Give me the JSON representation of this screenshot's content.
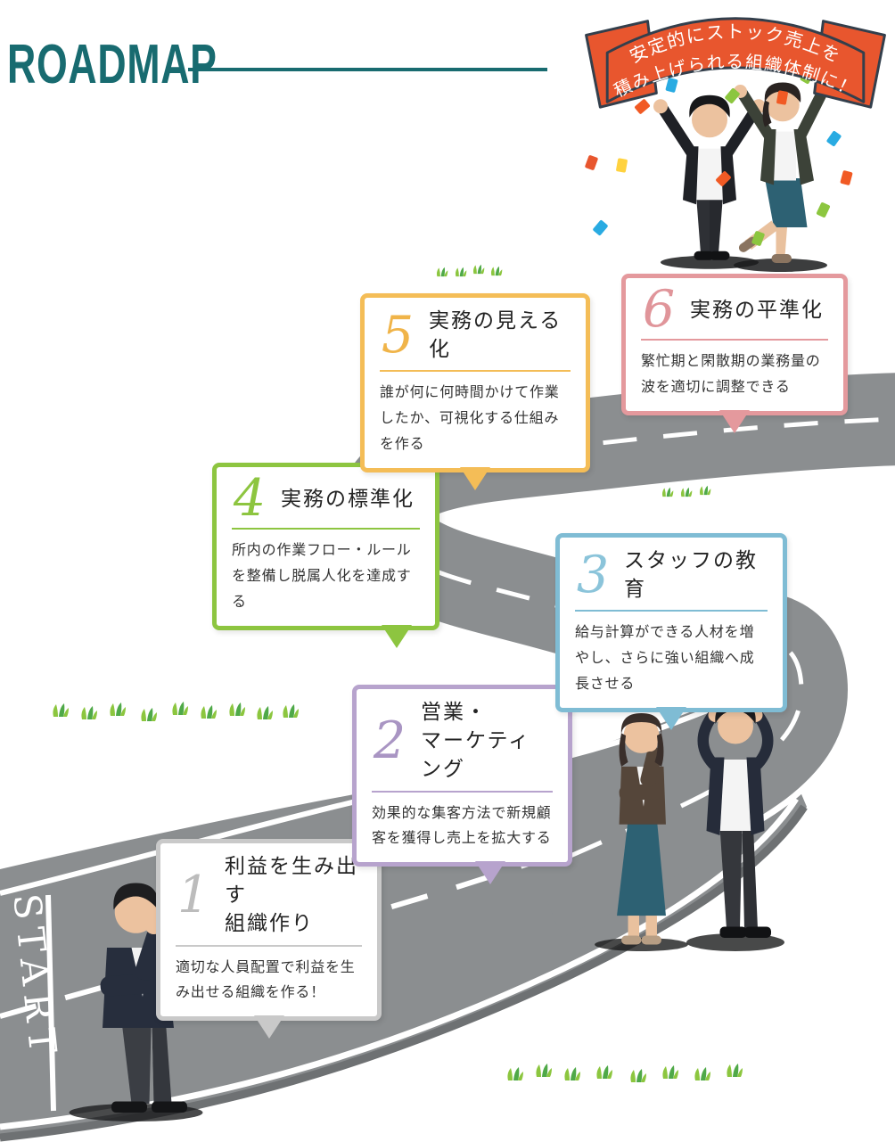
{
  "header": {
    "title": "ROADMAP",
    "accent_color": "#186b70"
  },
  "banner": {
    "line1": "安定的にストック売上を",
    "line2": "積み上げられる組織体制に！",
    "fill": "#e8562e",
    "outline": "#333f4c",
    "text_color": "#ffffff"
  },
  "road": {
    "start_label": "START",
    "surface_color": "#8b8e90",
    "edge_line_color": "#ffffff",
    "side_face_color": "#6e7173"
  },
  "milestones": [
    {
      "number": "1",
      "title": "利益を生み出す\n組織作り",
      "body": "適切な人員配置で利益を生み出せる組織を作る！",
      "accent": "#c9c9c9",
      "number_color": "#bcbcbc"
    },
    {
      "number": "2",
      "title": "営業・\nマーケティング",
      "body": "効果的な集客方法で新規顧客を獲得し売上を拡大する",
      "accent": "#b7a3cd",
      "number_color": "#a995c3"
    },
    {
      "number": "3",
      "title": "スタッフの教育",
      "body": "給与計算ができる人材を増やし、さらに強い組織へ成長させる",
      "accent": "#7fbcd4",
      "number_color": "#8bc4da"
    },
    {
      "number": "4",
      "title": "実務の標準化",
      "body": "所内の作業フロー・ルールを整備し脱属人化を達成する",
      "accent": "#8dc540",
      "number_color": "#8dc540"
    },
    {
      "number": "5",
      "title": "実務の見える化",
      "body": "誰が何に何時間かけて作業したか、可視化する仕組みを作る",
      "accent": "#f4bd57",
      "number_color": "#f0b449"
    },
    {
      "number": "6",
      "title": "実務の平準化",
      "body": "繁忙期と閑散期の業務量の波を適切に調整できる",
      "accent": "#e4999d",
      "number_color": "#e0959a"
    }
  ],
  "figures": {
    "start_person": "thinking-businessman",
    "middle_people": [
      "worried-businesswoman",
      "stressed-businessman"
    ],
    "goal_people": [
      "cheering-businessman",
      "cheering-businesswoman"
    ]
  },
  "decorations": {
    "grass_light": "#8cc63f",
    "grass_dark": "#4fa948",
    "confetti_colors": [
      "#29abe2",
      "#8cc63f",
      "#f15a24",
      "#ffd23f",
      "#e8562e"
    ]
  }
}
